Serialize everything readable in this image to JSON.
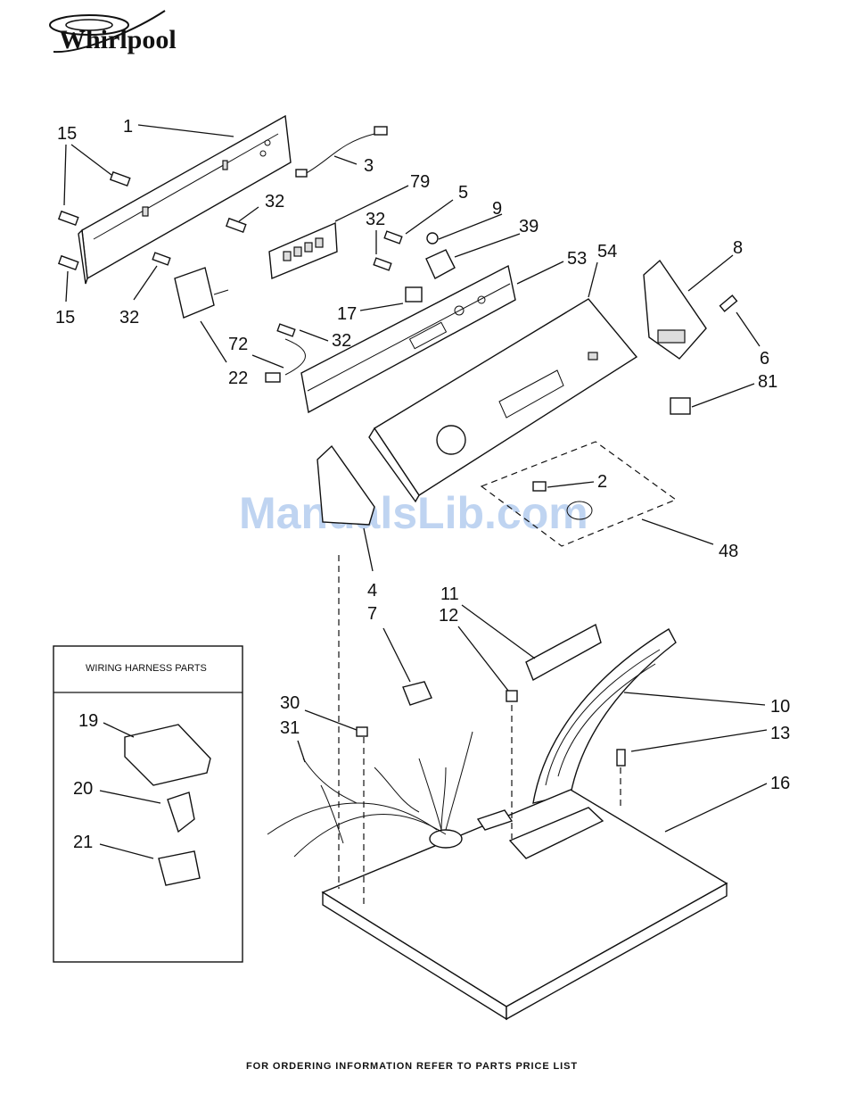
{
  "brand": {
    "logo_text": "Whirlpool"
  },
  "watermark": "ManualsLib.com",
  "footer_text": "FOR ORDERING INFORMATION REFER TO PARTS PRICE LIST",
  "harness_box": {
    "title": "WIRING HARNESS PARTS",
    "callouts": [
      "19",
      "20",
      "21"
    ]
  },
  "callouts": [
    "15",
    "1",
    "3",
    "32",
    "79",
    "5",
    "9",
    "39",
    "32",
    "53",
    "54",
    "8",
    "6",
    "15",
    "32",
    "17",
    "32",
    "72",
    "22",
    "81",
    "2",
    "48",
    "4",
    "7",
    "11",
    "12",
    "10",
    "13",
    "16",
    "30",
    "31"
  ]
}
